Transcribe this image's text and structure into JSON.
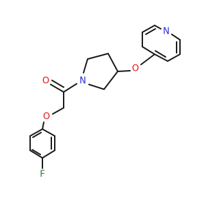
{
  "colors": {
    "bond": "#1a1a1a",
    "oxygen": "#e8120f",
    "nitrogen": "#2a2ad8",
    "fluorine": "#2d7d2d",
    "background": "#ffffff"
  },
  "atoms": {
    "pyridine_n": "N",
    "ether_o_pyridyl": "O",
    "carbonyl_o": "O",
    "amide_n": "N",
    "ether_o_phenoxy": "O",
    "fluorine": "F"
  }
}
